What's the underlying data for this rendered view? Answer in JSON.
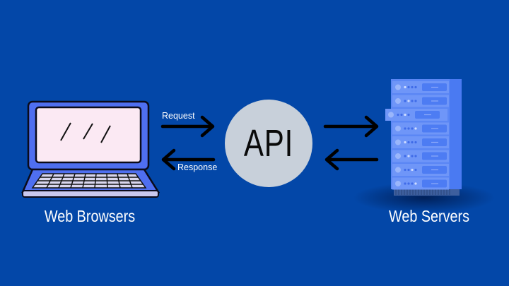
{
  "diagram": {
    "title": "API client-server flow",
    "background_color": "#0347a8",
    "client": {
      "label": "Web Browsers",
      "icon": "laptop-icon"
    },
    "api": {
      "label": "API",
      "color": "#c8d0da"
    },
    "server": {
      "label": "Web Servers",
      "icon": "server-rack-icon"
    },
    "left_arrows": {
      "request_label": "Request",
      "response_label": "Response"
    },
    "right_arrows": {
      "to_server": "arrow-right-icon",
      "from_server": "arrow-left-icon"
    },
    "colors": {
      "laptop_body": "#4f6ff0",
      "laptop_screen": "#fbe9f3",
      "keyboard_keys": "#d9d6ee",
      "server_body": "#5b87f5",
      "server_unit": "#6f96f8",
      "arrow": "#000000"
    }
  }
}
